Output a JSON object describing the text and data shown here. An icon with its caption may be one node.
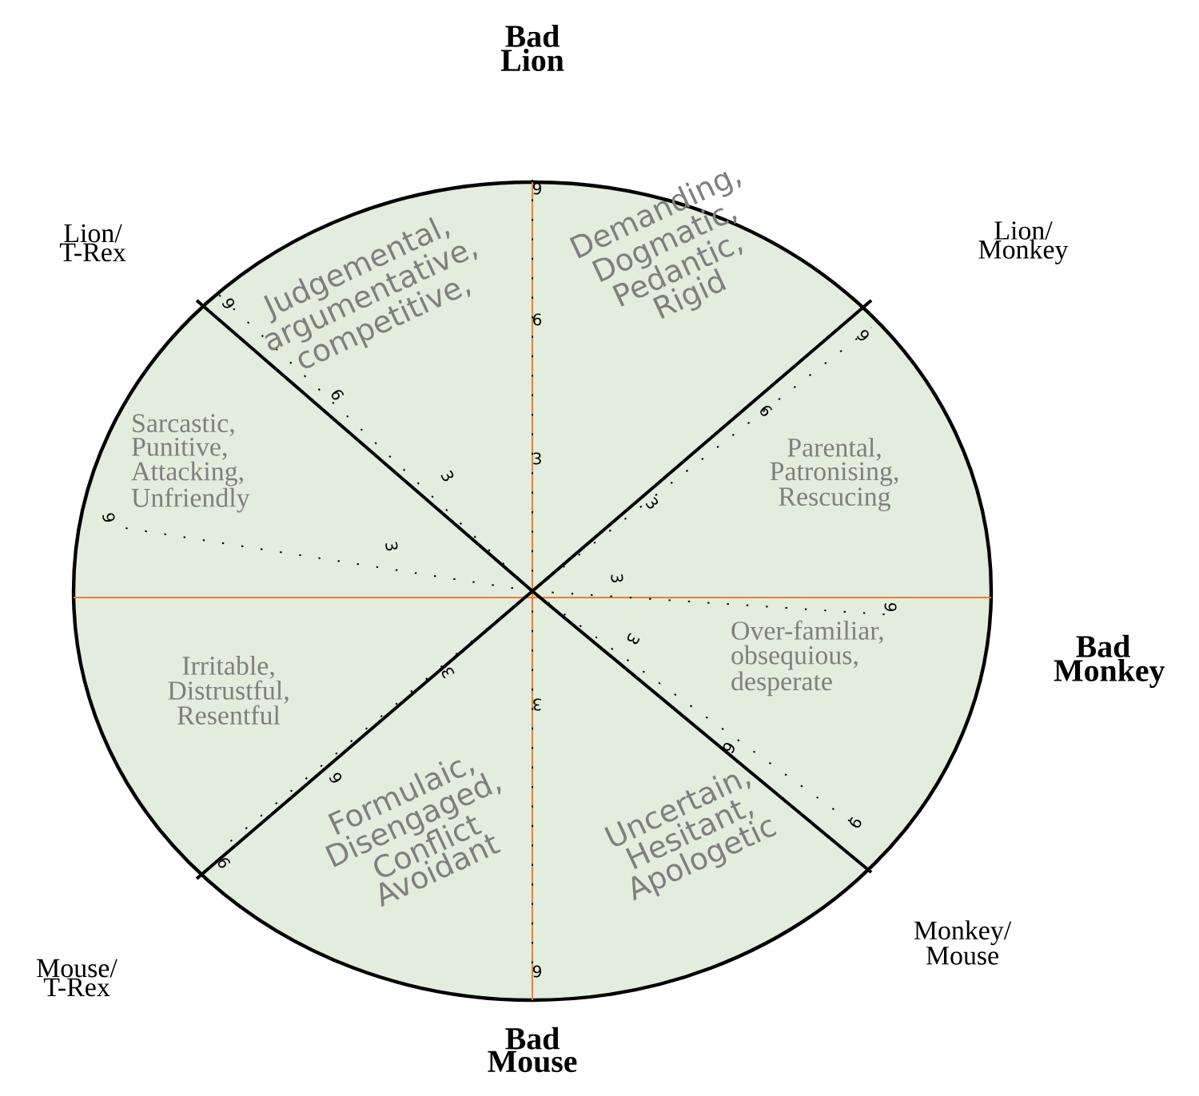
{
  "diagram": {
    "nodes": [
      {
        "text": [
          "Judgemental, argumentative, competitive,",
          "Demanding, Dogmatic, Pedantic, Rigid",
          "Sarcastic, Punitive, Attacking, Unfriendly",
          "Parental, Patronising, Rescucing",
          "Over-familiar, obsequious, desperate",
          "Irritable, Distrustful, Resentful",
          "Formulaic, Disengaged, Conflict Avoidant",
          "Uncertain, Hesitant, Apologetic"
        ]
      }
    ],
    "labels": [
      "Bad Lion",
      "Lion/ T-Rex",
      "Lion/ Monkey",
      "9",
      "9",
      "6",
      "9",
      "6",
      "6",
      "3",
      "3",
      "3",
      "9",
      "3",
      "3",
      "9",
      "3",
      "Bad Monkey",
      "3",
      "3",
      "6",
      "6",
      "9",
      "9",
      "9",
      "Mouse/ T-Rex",
      "Monkey/ Mouse",
      "Bad Mouse"
    ]
  }
}
